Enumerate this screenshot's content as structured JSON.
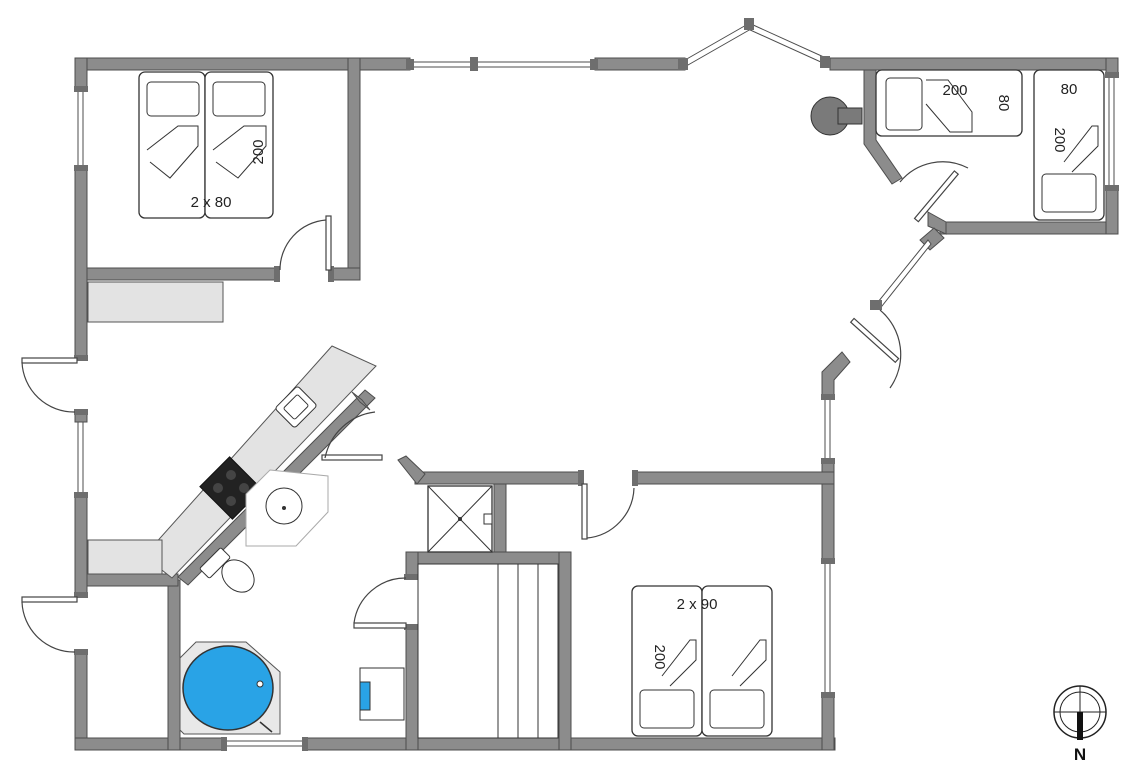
{
  "plan": {
    "colors": {
      "wall_fill": "#8c8c8c",
      "wall_stroke": "#4d4d4d",
      "fixture_fill": "#ffffff",
      "fixture_stroke": "#333333",
      "counter_fill": "#e3e3e3",
      "cooktop_fill": "#222222",
      "stove_fill": "#7a7a7a",
      "tub_water": "#29a3e6",
      "tub_frame": "#e8e8e8"
    },
    "rooms": {
      "bedroom_nw": {
        "bed_label": "2 x 80",
        "length_label": "200"
      },
      "bedroom_ne": {
        "bed1_label": "200",
        "bed1_width_label": "80",
        "bed2_label": "80",
        "bed2_length_label": "200"
      },
      "bedroom_se": {
        "bed_label": "2 x 90",
        "length_label": "200"
      }
    },
    "compass": {
      "label": "N"
    }
  }
}
